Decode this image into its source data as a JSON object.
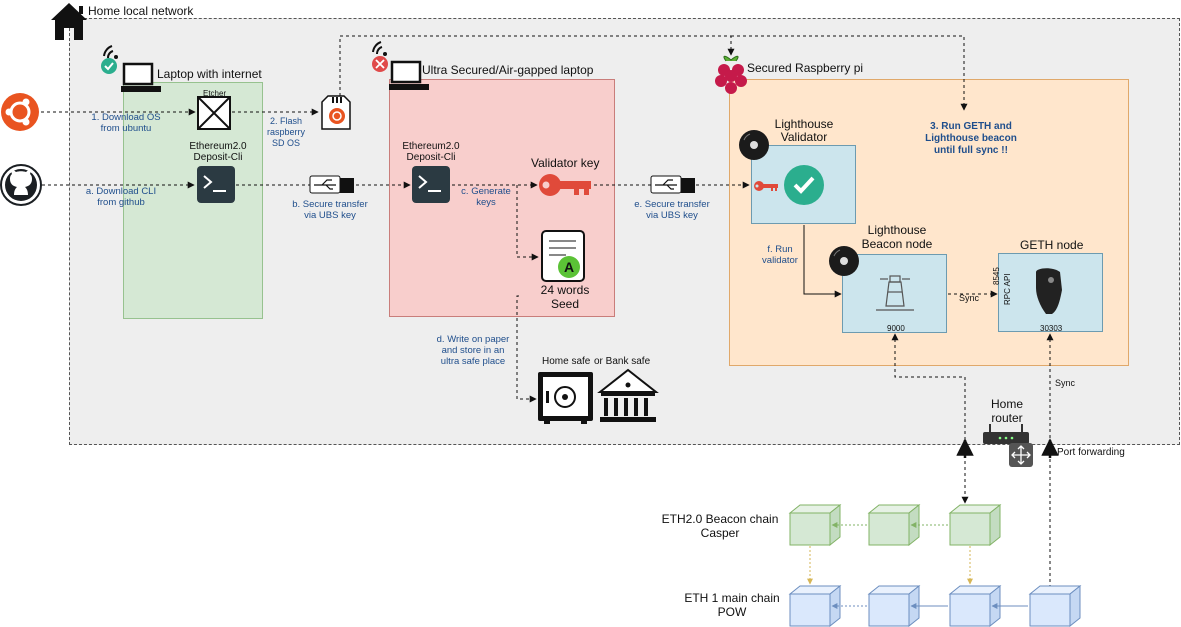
{
  "home_network": {
    "label": "Home local network"
  },
  "laptop_internet": {
    "label": "Laptop with internet"
  },
  "airgapped": {
    "label": "Ultra Secured/Air-gapped laptop"
  },
  "raspberry": {
    "label": "Secured Raspberry pi"
  },
  "etcher": {
    "label": "Etcher"
  },
  "deposit_cli_1": {
    "line1": "Ethereum2.0",
    "line2": "Deposit-Cli"
  },
  "deposit_cli_2": {
    "line1": "Ethereum2.0",
    "line2": "Deposit-Cli"
  },
  "validator_key": {
    "label": "Validator key"
  },
  "seed": {
    "line1": "24 words",
    "line2": "Seed"
  },
  "home_safe": {
    "label": "Home safe"
  },
  "bank_safe": {
    "label": "or Bank safe"
  },
  "lighthouse_validator": {
    "line1": "Lighthouse",
    "line2": "Validator"
  },
  "lighthouse_beacon": {
    "line1": "Lighthouse",
    "line2": "Beacon node",
    "port": "9000"
  },
  "geth": {
    "label": "GETH node",
    "port": "30303",
    "rpc_port": "8545",
    "rpc_api": "RPC API"
  },
  "router": {
    "line1": "Home",
    "line2": "router",
    "port_forwarding": "Port forwarding"
  },
  "sync_labels": {
    "sync_geth": "Sync",
    "sync_router": "Sync"
  },
  "steps": {
    "s1": {
      "line1": "1. Download OS",
      "line2": "from ubuntu"
    },
    "s2": {
      "line1": "2. Flash",
      "line2": "raspberry",
      "line3": "SD OS"
    },
    "s3": {
      "line1": "3. Run GETH and",
      "line2": "Lighthouse beacon",
      "line3": "until full sync !!"
    },
    "sa": {
      "line1": "a. Download CLI",
      "line2": "from github"
    },
    "sb": {
      "line1": "b. Secure transfer",
      "line2": "via UBS key"
    },
    "sc": {
      "line1": "c. Generate",
      "line2": "keys"
    },
    "sd": {
      "line1": "d. Write on paper",
      "line2": "and store in an",
      "line3": "ultra safe place"
    },
    "se": {
      "line1": "e. Secure transfer",
      "line2": "via UBS key"
    },
    "sf": {
      "line1": "f. Run",
      "line2": "validator"
    }
  },
  "chains": {
    "beacon": {
      "line1": "ETH2.0 Beacon chain",
      "line2": "Casper"
    },
    "eth1": {
      "line1": "ETH 1 main chain",
      "line2": "POW"
    }
  },
  "colors": {
    "network_fill": "#eeeeee",
    "laptop_green": "#d5e8d4",
    "airgapped_red": "#f8cecc",
    "raspberry_orange": "#ffe6cc",
    "node_blue": "#cce5ed",
    "chain_green": "#d5e8d4",
    "chain_blue": "#dae8fc",
    "step_blue": "#1f4e8c",
    "key_red": "#e04a3a"
  }
}
